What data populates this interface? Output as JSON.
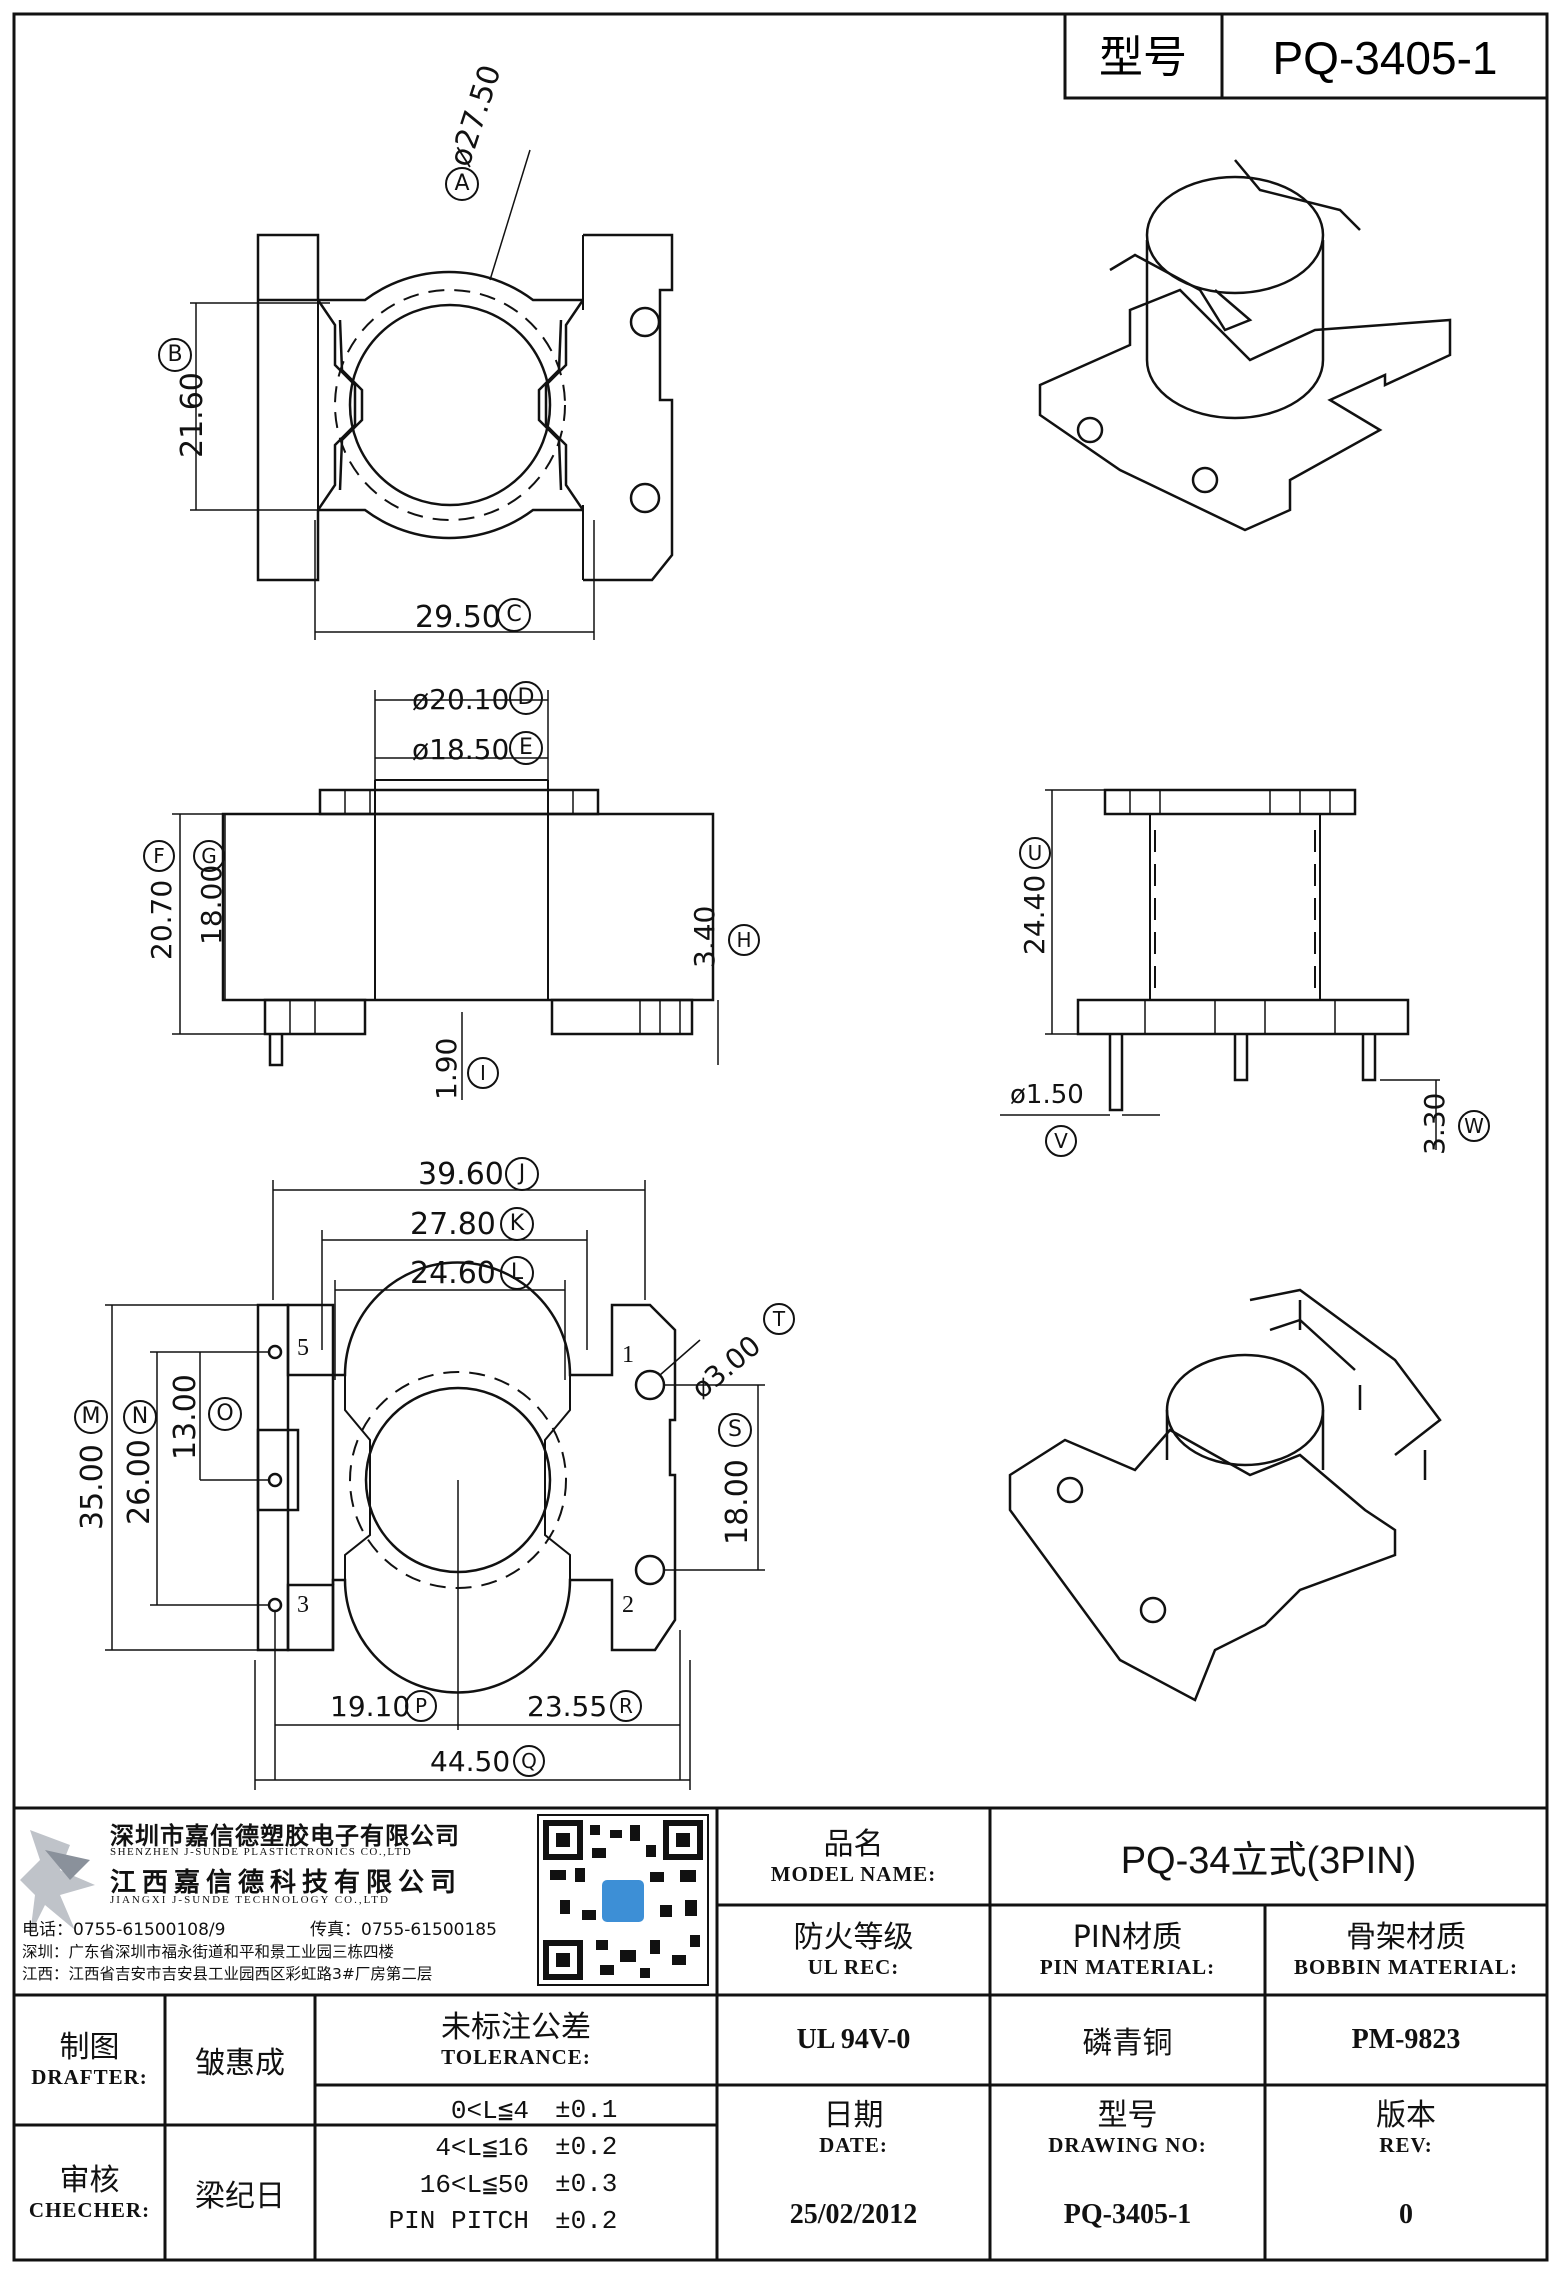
{
  "header": {
    "model_label": "型号",
    "model_value": "PQ-3405-1"
  },
  "dimensions": {
    "A": {
      "circle": "A",
      "value": "ø27.50"
    },
    "B": {
      "circle": "B",
      "value": "21.60"
    },
    "C": {
      "circle": "C",
      "value": "29.50"
    },
    "D": {
      "circle": "D",
      "value": "ø20.10"
    },
    "E": {
      "circle": "E",
      "value": "ø18.50"
    },
    "F": {
      "circle": "F",
      "value": "20.70"
    },
    "G": {
      "circle": "G",
      "value": "18.00"
    },
    "H": {
      "circle": "H",
      "value": "3.40"
    },
    "I": {
      "circle": "I",
      "value": "1.90"
    },
    "U": {
      "circle": "U",
      "value": "24.40"
    },
    "V": {
      "circle": "V",
      "value": "ø1.50"
    },
    "W": {
      "circle": "W",
      "value": "3.30"
    },
    "J": {
      "circle": "J",
      "value": "39.60"
    },
    "K": {
      "circle": "K",
      "value": "27.80"
    },
    "L": {
      "circle": "L",
      "value": "24.60"
    },
    "T": {
      "circle": "T",
      "value": "ø3.00"
    },
    "M": {
      "circle": "M",
      "value": "35.00"
    },
    "N": {
      "circle": "N",
      "value": "26.00"
    },
    "O": {
      "circle": "O",
      "value": "13.00"
    },
    "S": {
      "circle": "S",
      "value": "18.00"
    },
    "P": {
      "circle": "P",
      "value": "19.10"
    },
    "R": {
      "circle": "R",
      "value": "23.55"
    },
    "Q": {
      "circle": "Q",
      "value": "44.50"
    }
  },
  "pins": [
    "1",
    "2",
    "3",
    "5"
  ],
  "company": {
    "name1": "深圳市嘉信德塑胶电子有限公司",
    "name1_en": "SHENZHEN J-SUNDE PLASTICTRONICS CO.,LTD",
    "name2": "江西嘉信德科技有限公司",
    "name2_en": "JIANGXI J-SUNDE TECHNOLOGY CO.,LTD",
    "tel": "电话：0755-61500108/9",
    "fax": "传真：0755-61500185",
    "addr1": "深圳：广东省深圳市福永街道和平和景工业园三栋四楼",
    "addr2": "江西：江西省吉安市吉安县工业园西区彩虹路3#厂房第二层"
  },
  "titleblock": {
    "model_name_zh": "品名",
    "model_name_en": "MODEL NAME:",
    "model_name_value": "PQ-34立式(3PIN)",
    "ul_zh": "防火等级",
    "ul_en": "UL REC:",
    "ul_value": "UL 94V-0",
    "pin_zh": "PIN材质",
    "pin_en": "PIN MATERIAL:",
    "pin_value": "磷青铜",
    "bobbin_zh": "骨架材质",
    "bobbin_en": "BOBBIN MATERIAL:",
    "bobbin_value": "PM-9823",
    "drafter_zh": "制图",
    "drafter_en": "DRAFTER:",
    "drafter_value": "皱惠成",
    "checker_zh": "审核",
    "checker_en": "CHECHER:",
    "checker_value": "梁纪日",
    "tol_zh": "未标注公差",
    "tol_en": "TOLERANCE:",
    "tol_rows": [
      {
        "range": "0<L≦4",
        "value": "±0.1"
      },
      {
        "range": "4<L≦16",
        "value": "±0.2"
      },
      {
        "range": "16<L≦50",
        "value": "±0.3"
      },
      {
        "range": "PIN PITCH",
        "value": "±0.2"
      }
    ],
    "date_zh": "日期",
    "date_en": "DATE:",
    "date_value": "25/02/2012",
    "dwg_zh": "型号",
    "dwg_en": "DRAWING NO:",
    "dwg_value": "PQ-3405-1",
    "rev_zh": "版本",
    "rev_en": "REV:",
    "rev_value": "0"
  }
}
